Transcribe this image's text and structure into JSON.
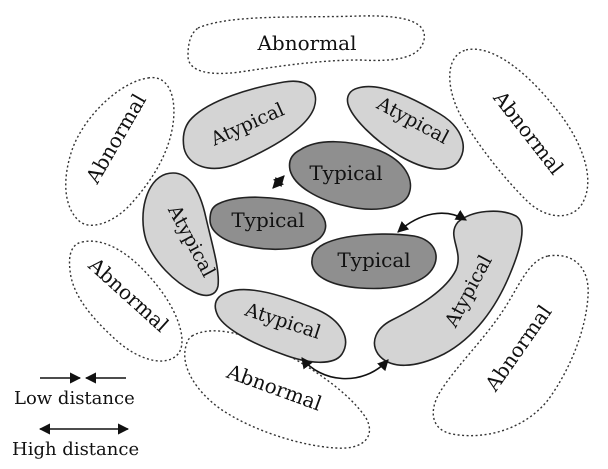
{
  "colors": {
    "typical_fill": "#8f8f8f",
    "atypical_fill": "#d4d4d4",
    "abnormal_fill": "#ffffff",
    "outline": "#222222"
  },
  "regions": {
    "abnormal": [
      "Abnormal",
      "Abnormal",
      "Abnormal",
      "Abnormal",
      "Abnormal",
      "Abnormal"
    ],
    "atypical": [
      "Atypical",
      "Atypical",
      "Atypical",
      "Atypical",
      "Atypical"
    ],
    "typical": [
      "Typical",
      "Typical",
      "Typical"
    ]
  },
  "legend": {
    "low_distance": "Low distance",
    "high_distance": "High distance"
  }
}
